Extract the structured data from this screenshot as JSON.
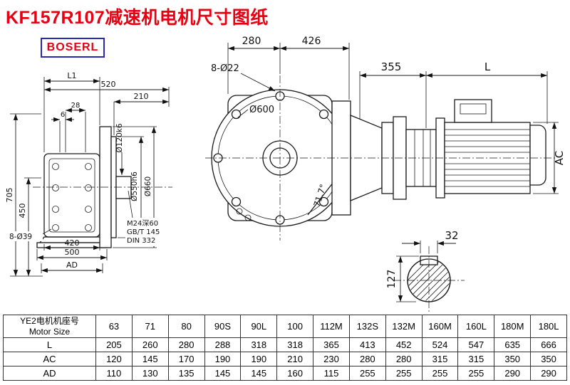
{
  "page": {
    "title": "KF157R107减速机电机尺寸图纸",
    "brand": "BOSERL"
  },
  "colors": {
    "title_red": "#e60012",
    "brand_border": "#2a2ab0",
    "line_black": "#1a1a1a"
  },
  "left_view": {
    "l1": "L1",
    "len520": "520",
    "len210": "210",
    "len28": "28",
    "len6": "6",
    "h705": "705",
    "h450": "450",
    "holes": "8-Ø39",
    "len420": "420",
    "len500": "500",
    "ad": "AD",
    "shaft_dia": "Ø120k6",
    "spigot_dia": "Ø550h6",
    "flange_dia": "Ø660",
    "tap_note1": "M24深60",
    "tap_note2": "GB/T 145",
    "tap_note3": "DIN 332"
  },
  "front_view": {
    "w280": "280",
    "w426": "426",
    "holes": "8-Ø22",
    "bolt_circle": "Ø600",
    "angle": "71.7°"
  },
  "motor_view": {
    "len355": "355",
    "len_l": "L",
    "ac": "AC"
  },
  "shaft_view": {
    "key_w": "32",
    "h127": "127"
  },
  "table": {
    "header_cn": "YE2电机机座号",
    "header_en": "Motor Size",
    "sizes": [
      "63",
      "71",
      "80",
      "90S",
      "90L",
      "100",
      "112M",
      "132S",
      "132M",
      "160M",
      "160L",
      "180M",
      "180L"
    ],
    "rows": [
      {
        "label": "L",
        "values": [
          "205",
          "260",
          "280",
          "288",
          "318",
          "318",
          "365",
          "413",
          "452",
          "524",
          "547",
          "635",
          "666"
        ]
      },
      {
        "label": "AC",
        "values": [
          "120",
          "145",
          "170",
          "190",
          "190",
          "210",
          "230",
          "280",
          "280",
          "315",
          "315",
          "350",
          "350"
        ]
      },
      {
        "label": "AD",
        "values": [
          "110",
          "130",
          "135",
          "145",
          "145",
          "160",
          "115",
          "255",
          "255",
          "255",
          "255",
          "290",
          "290"
        ]
      }
    ]
  }
}
